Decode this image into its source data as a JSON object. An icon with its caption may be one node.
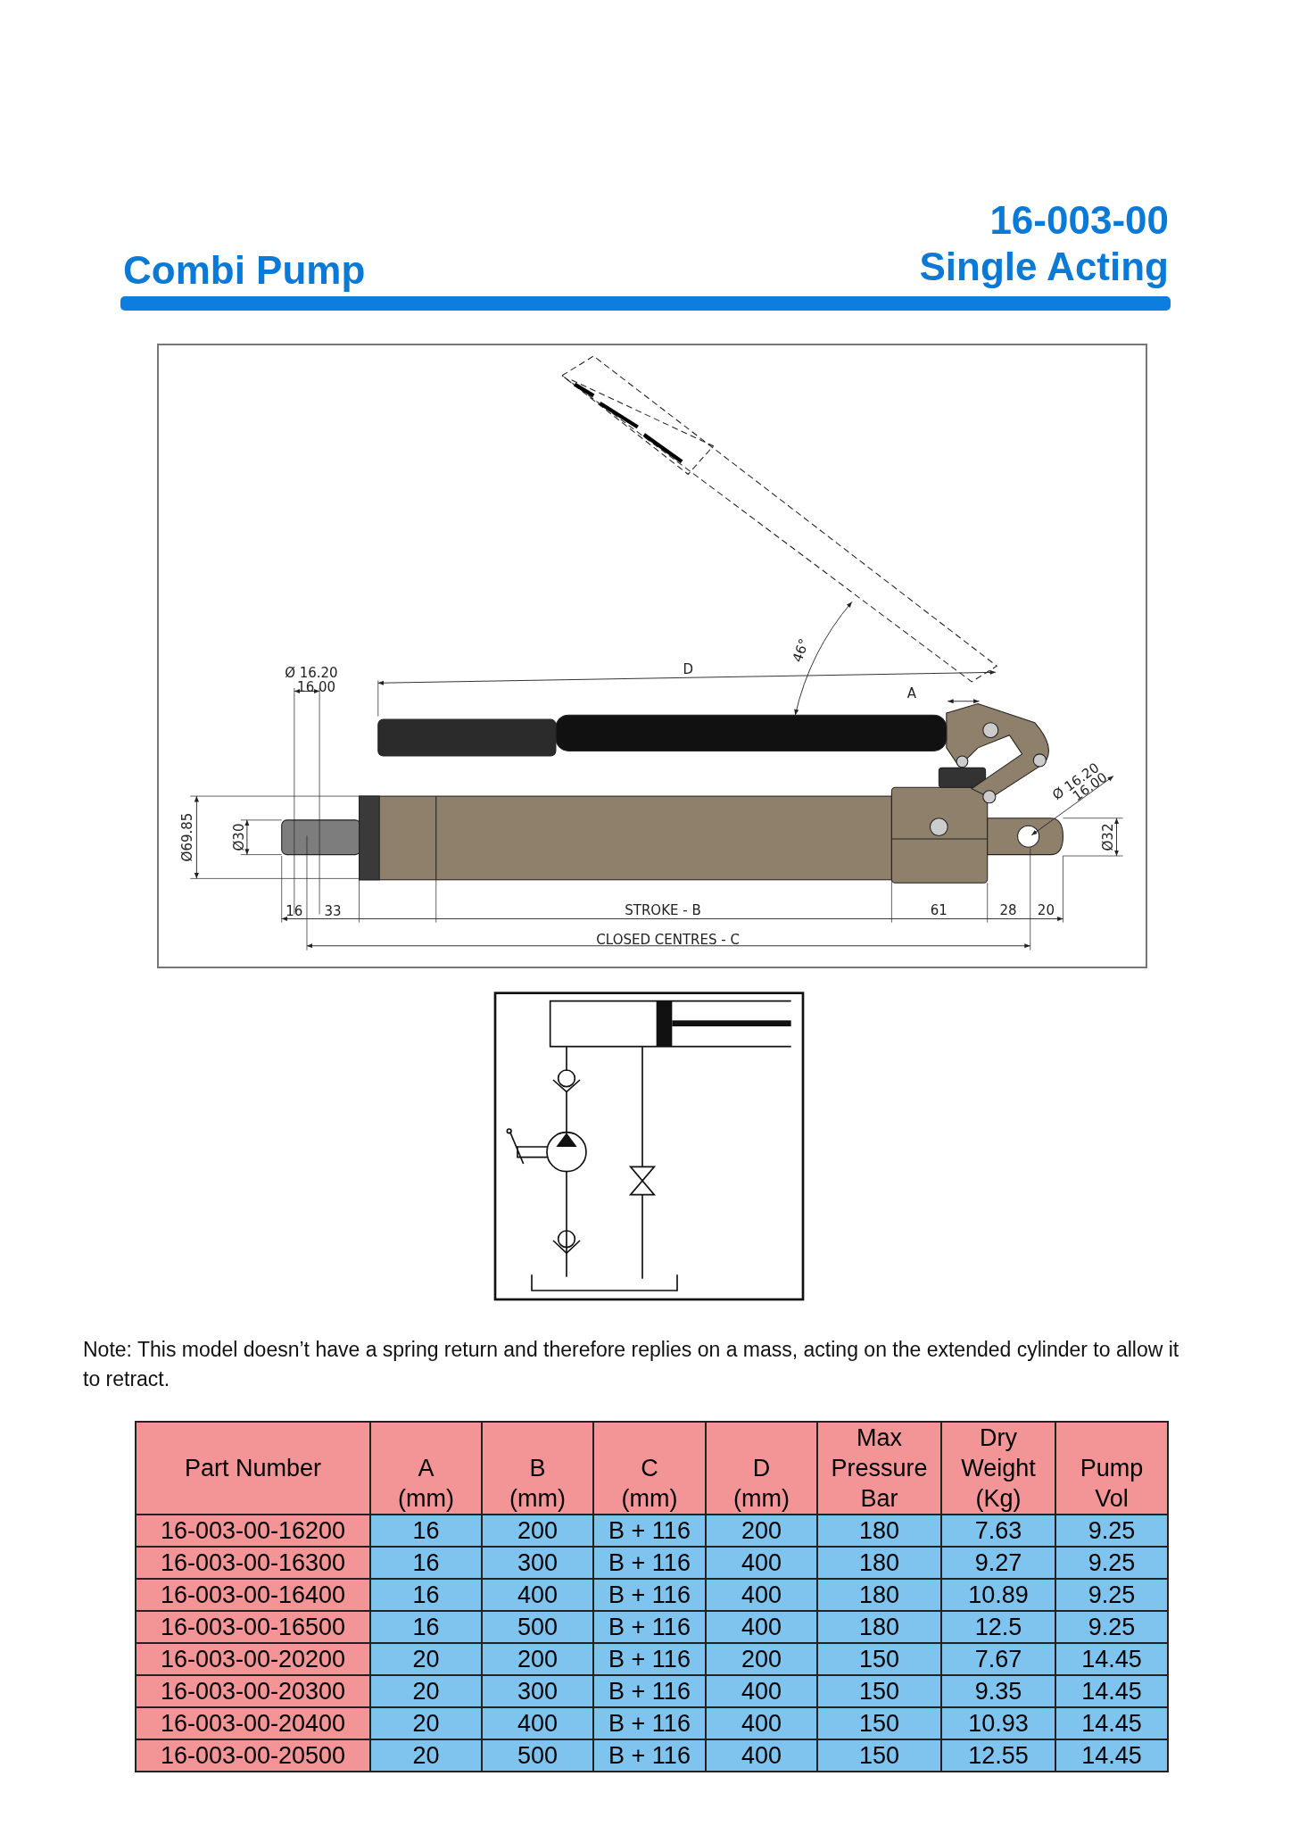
{
  "diagram": {
    "title": "Combi Pump",
    "nodes": [
      {
        "text": [],
        "shape": "bar"
      }
    ],
    "labels": [
      "16-003-00",
      "Single Acting",
      "Ø 16.20",
      "16.00",
      "D",
      "46°",
      "A",
      "Ø 16.20",
      "16.00",
      "Ø69.85",
      "Ø30",
      "Ø32",
      "16",
      "33",
      "STROKE - B",
      "61",
      "28",
      "20",
      "CLOSED CENTRES - C",
      "Note: This model doesn’t have a spring return and therefore replies on a mass, acting on the extended cylinder to allow it to retract.",
      "Part Number",
      "A (mm)",
      "B (mm)",
      "C (mm)",
      "D (mm)",
      "Max Pressure Bar",
      "Dry Weight (Kg)",
      "Pump Vol",
      "16-003-00-16200",
      "16",
      "200",
      "B + 116",
      "200",
      "180",
      "7.63",
      "9.25",
      "16-003-00-16300",
      "16",
      "300",
      "B + 116",
      "400",
      "180",
      "9.27",
      "9.25",
      "16-003-00-16400",
      "16",
      "400",
      "B + 116",
      "400",
      "180",
      "10.89",
      "9.25",
      "16-003-00-16500",
      "16",
      "500",
      "B + 116",
      "400",
      "180",
      "12.5",
      "9.25",
      "16-003-00-20200",
      "20",
      "200",
      "B + 116",
      "200",
      "150",
      "7.67",
      "14.45",
      "16-003-00-20300",
      "20",
      "300",
      "B + 116",
      "400",
      "150",
      "9.35",
      "14.45",
      "16-003-00-20400",
      "20",
      "400",
      "B + 116",
      "400",
      "150",
      "10.93",
      "14.45",
      "16-003-00-20500",
      "20",
      "500",
      "B + 116",
      "400",
      "150",
      "12.55",
      "14.45"
    ]
  }
}
